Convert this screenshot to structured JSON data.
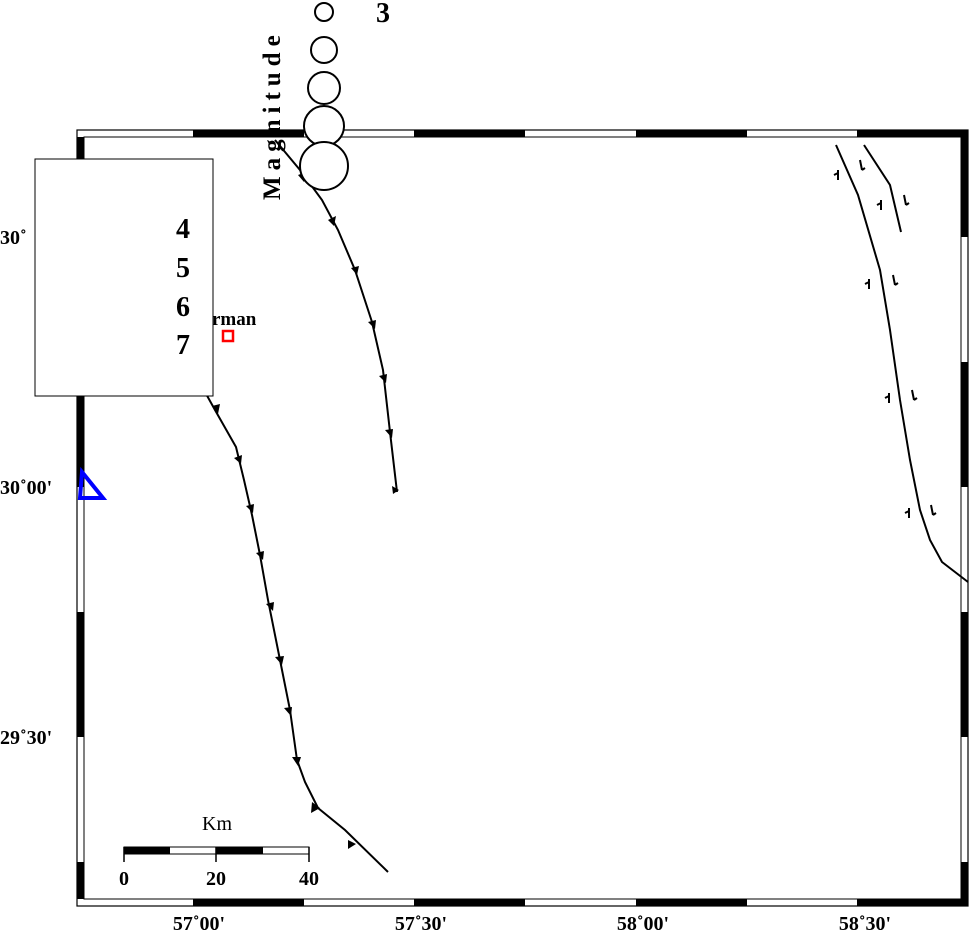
{
  "map": {
    "lon_ticks": [
      {
        "lon": 57.0,
        "label": "57˚00'"
      },
      {
        "lon": 57.5,
        "label": "57˚30'"
      },
      {
        "lon": 58.0,
        "label": "58˚00'"
      },
      {
        "lon": 58.5,
        "label": "58˚30'"
      }
    ],
    "lat_ticks": [
      {
        "lat": 30.5,
        "label": "30˚"
      },
      {
        "lat": 30.0,
        "label": "30˚00'"
      },
      {
        "lat": 29.5,
        "label": "29˚30'"
      }
    ],
    "city": {
      "name": "rman",
      "lon": 57.06,
      "lat": 30.3,
      "color": "#ff0000"
    },
    "station": {
      "lon": 56.8,
      "lat": 30.0,
      "color": "#0000ff"
    },
    "scale_bar": {
      "title": "Km",
      "labels": [
        "0",
        "20",
        "40"
      ]
    },
    "legend": {
      "title": "Magnitude",
      "entries": [
        "3",
        "4",
        "5",
        "6",
        "7"
      ]
    }
  }
}
